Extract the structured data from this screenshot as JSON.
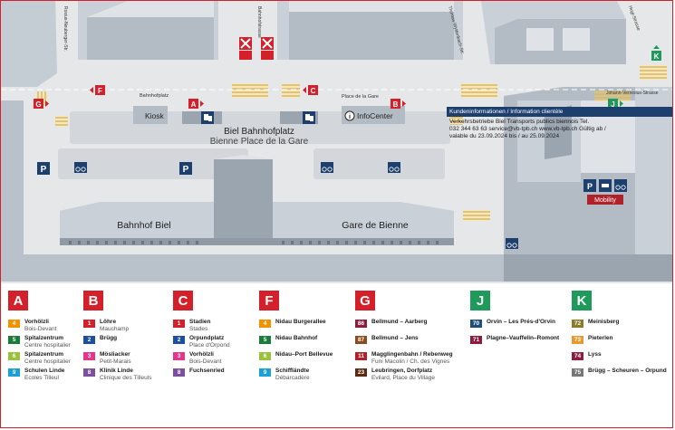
{
  "map": {
    "station_name_de": "Biel Bahnhofplatz",
    "station_name_fr": "Bienne Place de la Gare",
    "building_de": "Bahnhof Biel",
    "building_fr": "Gare de Bienne",
    "streets": {
      "bahnhofplatz": "Bahnhofplatz",
      "place_de_la_gare": "Place de la Gare",
      "rosius": "Rosius-Neuberger-Str.",
      "bahnhofstrasse": "Bahnhofstrasse",
      "thomas": "Thomas-Wyttenbach-Str.",
      "hugi": "Hugi-Strasse",
      "verresius": "Johann-Verresius-Strasse"
    },
    "kiosk": "Kiosk",
    "infocenter": "InfoCenter",
    "mobility": "Mobility",
    "stops": [
      "A",
      "B",
      "C",
      "F",
      "G",
      "J",
      "K"
    ]
  },
  "legend": {
    "A": {
      "letter": "A",
      "color": "#d4202b",
      "routes": [
        {
          "num": "4",
          "color": "#f39200",
          "main": "Vorhölzli",
          "sub": "Bois-Devant"
        },
        {
          "num": "5",
          "color": "#1c7a3a",
          "main": "Spitalzentrum",
          "sub": "Centre hospitalier"
        },
        {
          "num": "6",
          "color": "#9bc23c",
          "main": "Spitalzentrum",
          "sub": "Centre hospitalier"
        },
        {
          "num": "9",
          "color": "#1ba0d7",
          "main": "Schulen Linde",
          "sub": "Ecoles Tilleul"
        }
      ]
    },
    "B": {
      "letter": "B",
      "color": "#d4202b",
      "routes": [
        {
          "num": "1",
          "color": "#d4202b",
          "main": "Löhre",
          "sub": "Mauchamp"
        },
        {
          "num": "2",
          "color": "#1d4f9c",
          "main": "Brügg",
          "sub": ""
        },
        {
          "num": "3",
          "color": "#e5348a",
          "main": "Mösliacker",
          "sub": "Petit-Marais"
        },
        {
          "num": "8",
          "color": "#7d4f9f",
          "main": "Klinik Linde",
          "sub": "Clinique des Tilleuls"
        }
      ]
    },
    "C": {
      "letter": "C",
      "color": "#d4202b",
      "routes": [
        {
          "num": "1",
          "color": "#d4202b",
          "main": "Stadien",
          "sub": "Stades"
        },
        {
          "num": "2",
          "color": "#1d4f9c",
          "main": "Orpundplatz",
          "sub": "Place d'Orpond"
        },
        {
          "num": "3",
          "color": "#e5348a",
          "main": "Vorhölzli",
          "sub": "Bois-Devant"
        },
        {
          "num": "8",
          "color": "#7d4f9f",
          "main": "Fuchsenried",
          "sub": ""
        }
      ]
    },
    "F": {
      "letter": "F",
      "color": "#d4202b",
      "routes": [
        {
          "num": "4",
          "color": "#f39200",
          "main": "Nidau Burgerallee",
          "sub": ""
        },
        {
          "num": "5",
          "color": "#1c7a3a",
          "main": "Nidau Bahnhof",
          "sub": ""
        },
        {
          "num": "6",
          "color": "#9bc23c",
          "main": "Nidau–Port Bellevue",
          "sub": ""
        },
        {
          "num": "9",
          "color": "#1ba0d7",
          "main": "Schiffländte",
          "sub": "Débarcadère"
        }
      ]
    },
    "G": {
      "letter": "G",
      "color": "#d4202b",
      "routes": [
        {
          "num": "86",
          "color": "#8c1d3f",
          "main": "Bellmund – Aarberg",
          "sub": ""
        },
        {
          "num": "87",
          "color": "#8a4b1f",
          "main": "Bellmund – Jens",
          "sub": ""
        },
        {
          "num": "11",
          "color": "#b0222a",
          "main": "Magglingenbahn / Rebenweg",
          "sub": "Funi Macolin / Ch. des Vignes"
        },
        {
          "num": "23",
          "color": "#5a2a12",
          "main": "Leubringen, Dorfplatz",
          "sub": "Evilard, Place du Village"
        }
      ]
    },
    "J": {
      "letter": "J",
      "color": "#1e9b5a",
      "routes": [
        {
          "num": "70",
          "color": "#1d4f7a",
          "main": "Orvin – Les Prés-d'Orvin",
          "sub": ""
        },
        {
          "num": "71",
          "color": "#8c1d3f",
          "main": "Plagne–Vauffelin–Romont",
          "sub": ""
        }
      ]
    },
    "K": {
      "letter": "K",
      "color": "#1e9b5a",
      "routes": [
        {
          "num": "72",
          "color": "#8a7a2a",
          "main": "Meinisberg",
          "sub": ""
        },
        {
          "num": "73",
          "color": "#e89a2e",
          "main": "Pieterlen",
          "sub": ""
        },
        {
          "num": "74",
          "color": "#8c1d3f",
          "main": "Lyss",
          "sub": ""
        },
        {
          "num": "75",
          "color": "#777777",
          "main": "Brügg – Scheuren – Orpund",
          "sub": ""
        }
      ]
    }
  },
  "kunden": {
    "header": "Kundeninformationen / Information clientèle",
    "line1": "Verkehrsbetriebe Biel    Transports publics biennois    Tel.",
    "line2": "032 344 63 63   service@vb-tpb.ch   www.vb-tpb.ch Gültig ab /",
    "line3": "valable du 23.09.2024   bis / au 25.09.2024"
  }
}
